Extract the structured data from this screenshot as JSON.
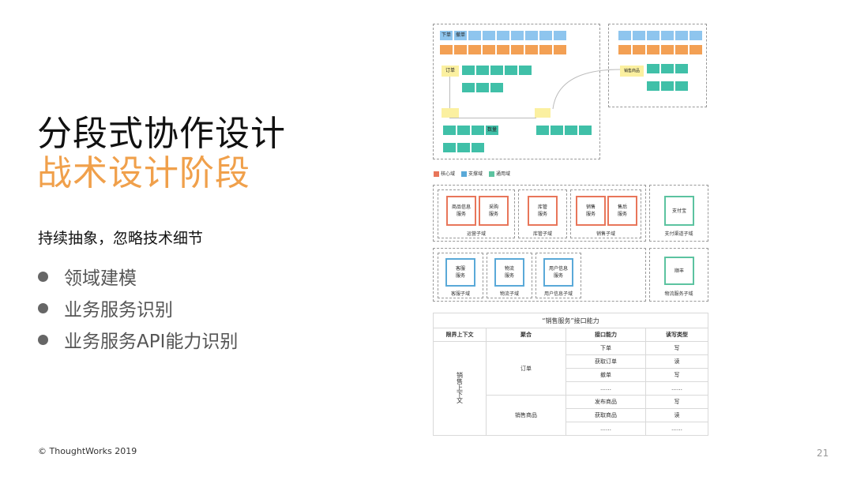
{
  "slide": {
    "title_line1": "分段式协作设计",
    "title_line2": "战术设计阶段",
    "subtitle": "持续抽象，忽略技术细节",
    "bullets": [
      "领域建模",
      "业务服务识别",
      "业务服务API能力识别"
    ],
    "footer": "© ThoughtWorks 2019",
    "page_number": "21"
  },
  "colors": {
    "title_accent": "#f0a04b",
    "core": "#e8765a",
    "support": "#5aa9d8",
    "generic": "#5cc3a0"
  },
  "event_storm": {
    "blue_row": [
      "下单",
      "撤单",
      "",
      "",
      "",
      "",
      "",
      "",
      ""
    ],
    "yellow_order": "订单",
    "yellow_sales_goods": "销售商品",
    "bottom_label": "数量"
  },
  "legend": [
    "核心域",
    "支撑域",
    "通用域"
  ],
  "subdomains": {
    "ops": {
      "services": [
        "商品信息\n服务",
        "采购\n服务"
      ],
      "label": "运营子域"
    },
    "inventory": {
      "services": [
        "库管\n服务"
      ],
      "label": "库管子域"
    },
    "sales": {
      "services": [
        "销售\n服务",
        "售后\n服务"
      ],
      "label": "销售子域"
    },
    "payment": {
      "services": [
        "支付宝"
      ],
      "label": "支付渠道子域"
    },
    "cs": {
      "services": [
        "客服\n服务"
      ],
      "label": "客服子域"
    },
    "logistics": {
      "services": [
        "物流\n服务"
      ],
      "label": "物流子域"
    },
    "user": {
      "services": [
        "用户信息\n服务"
      ],
      "label": "用户信息子域"
    },
    "logistics_service": {
      "services": [
        "顺丰"
      ],
      "label": "物流服务子域"
    }
  },
  "api_table": {
    "caption": "“销售服务”接口能力",
    "headers": [
      "限界上下文",
      "聚合",
      "接口能力",
      "读写类型"
    ],
    "context": "销售上下文",
    "groups": [
      {
        "aggregate": "订单",
        "rows": [
          [
            "下单",
            "写"
          ],
          [
            "获取订单",
            "读"
          ],
          [
            "撤单",
            "写"
          ],
          [
            "……",
            "……"
          ]
        ]
      },
      {
        "aggregate": "销售商品",
        "rows": [
          [
            "发布商品",
            "写"
          ],
          [
            "获取商品",
            "读"
          ],
          [
            "……",
            "……"
          ]
        ]
      }
    ]
  }
}
